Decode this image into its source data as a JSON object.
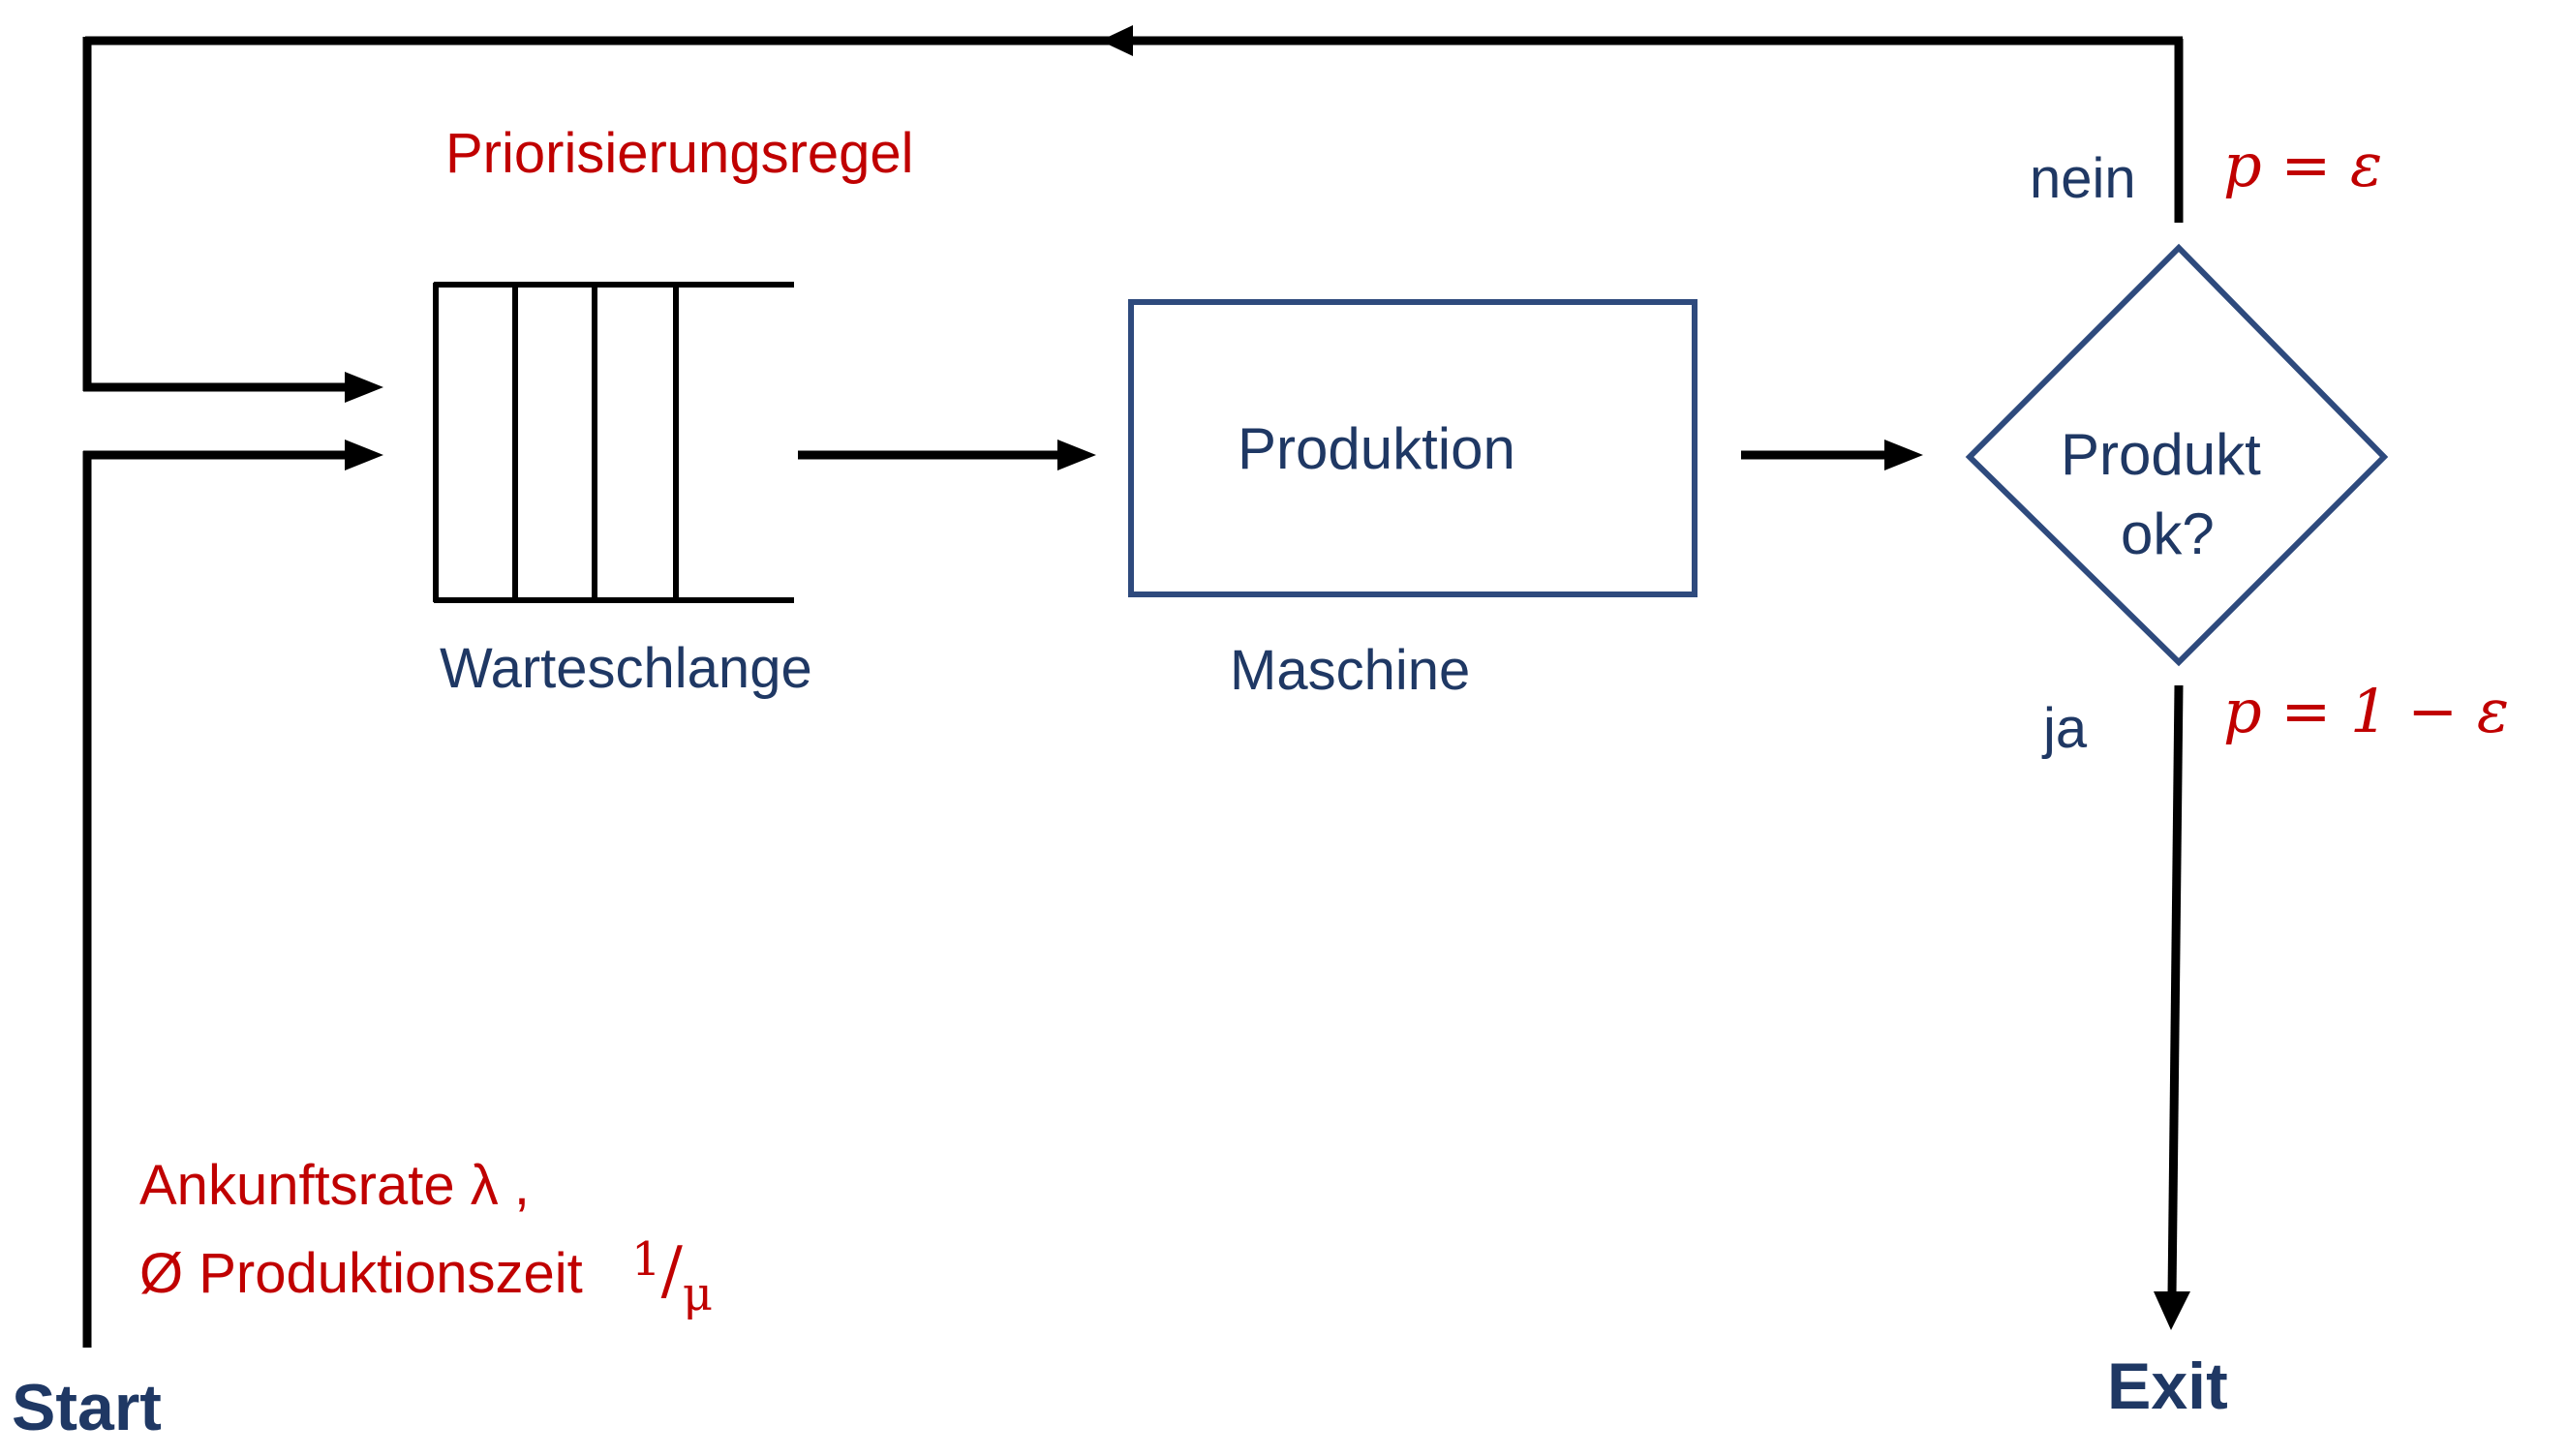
{
  "labels": {
    "priority_rule": "Priorisierungsregel",
    "queue": "Warteschlange",
    "production": "Produktion",
    "machine": "Maschine",
    "decision_line1": "Produkt",
    "decision_line2": "ok?",
    "no": "nein",
    "yes": "ja",
    "prob_no": "p = ε",
    "prob_yes": "p = 1 − ε",
    "arrival_rate": "Ankunftsrate λ ,",
    "avg_production_time": "Ø Produktionszeit",
    "fraction_numerator": "1",
    "fraction_slash": "/",
    "fraction_denominator": "μ",
    "start": "Start",
    "exit": "Exit"
  },
  "colors": {
    "navy": "#1f3864",
    "red": "#c00000",
    "line": "#000000",
    "box_border": "#2e4a7d"
  }
}
